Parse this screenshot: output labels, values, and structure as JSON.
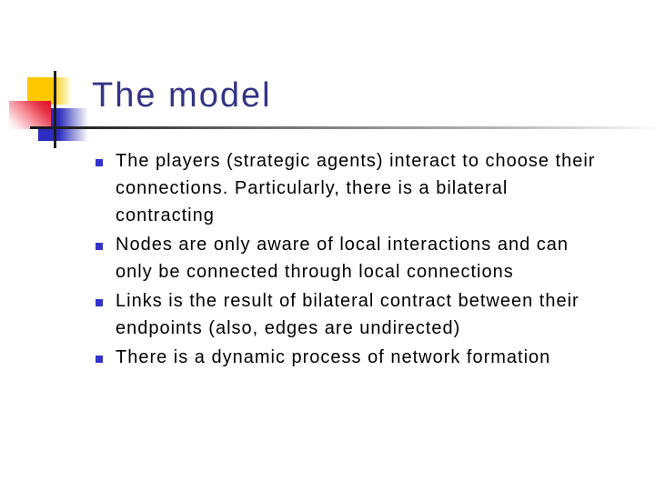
{
  "slide": {
    "title": {
      "text": "The model",
      "color": "#333387"
    },
    "decor": {
      "yellow_square": "#ffc800",
      "red_square": "#e30b1e",
      "blue_square": "#2b2bbd",
      "crosshair_line": "#1c1c1c",
      "underline_gradient_start": "#151515",
      "underline_gradient_end": "#fbfbfb"
    },
    "bullet_marker_color": "#3333cc",
    "bullets": [
      {
        "text": "The players (strategic agents) interact to choose their\nconnections. Particularly, there is a bilateral\ncontracting"
      },
      {
        "text": "Nodes are only aware of local interactions and can\nonly be connected through local connections"
      },
      {
        "text": "Links is the result of bilateral contract between their\nendpoints (also, edges are undirected)"
      },
      {
        "text": "There is a dynamic process of network formation"
      }
    ]
  }
}
